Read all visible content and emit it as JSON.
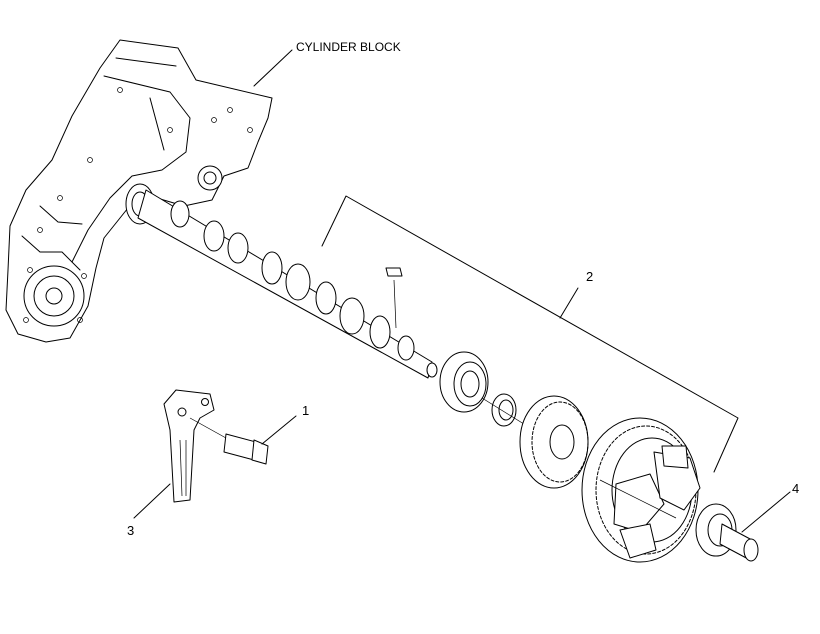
{
  "labels": {
    "cylinder_block": "CYLINDER BLOCK",
    "callout_1": "1",
    "callout_2": "2",
    "callout_3": "3",
    "callout_4": "4"
  },
  "colors": {
    "line": "#000000",
    "background": "#ffffff"
  }
}
